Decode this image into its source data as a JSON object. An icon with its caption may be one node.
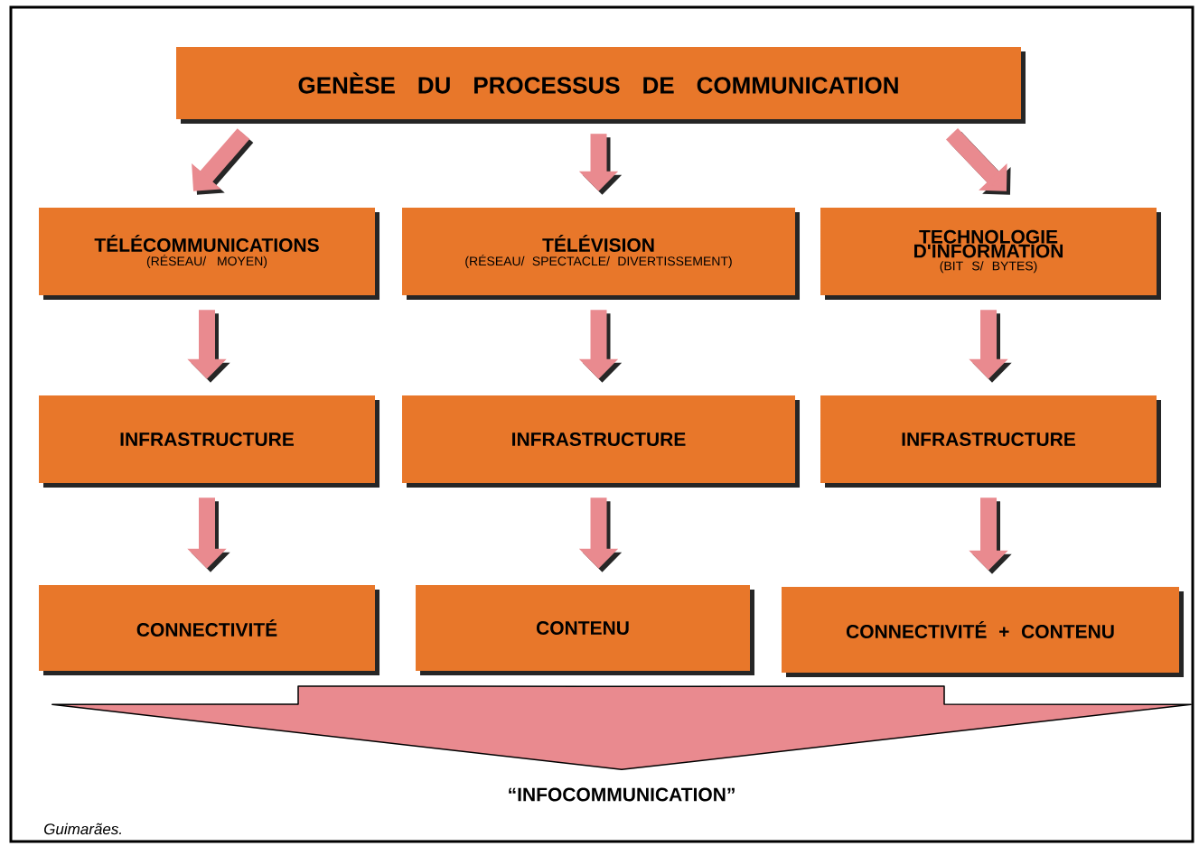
{
  "diagram": {
    "nodes": [
      {
        "text": [
          "GENÈSE DU PROCESSUS DE COMMUNICATION"
        ]
      },
      {
        "text": [
          "TÉLÉCOMMUNICATIONS",
          "(RÉSEAU/ MOYEN)"
        ]
      },
      {
        "text": [
          "TÉLÉVISION",
          "(RÉSEAU/ SPECTACLE/ DIVERTISSEMENT)"
        ]
      },
      {
        "text": [
          "TECHNOLOGIE D'INFORMATION",
          "(BIT S/ BYTES)"
        ]
      },
      {
        "text": [
          "INFRASTRUCTURE"
        ]
      },
      {
        "text": [
          "INFRASTRUCTURE"
        ]
      },
      {
        "text": [
          "INFRASTRUCTURE"
        ]
      },
      {
        "text": [
          "CONNECTIVITÉ"
        ]
      },
      {
        "text": [
          "CONTENU"
        ]
      },
      {
        "text": [
          "CONNECTIVITÉ + CONTENU"
        ]
      },
      {
        "text": [
          "“INFOCOMMUNICATION”"
        ]
      }
    ],
    "edges": [
      {
        "from": 0,
        "to": 1,
        "arrow": "to"
      },
      {
        "from": 0,
        "to": 2,
        "arrow": "to"
      },
      {
        "from": 0,
        "to": 3,
        "arrow": "to"
      },
      {
        "from": 1,
        "to": 4,
        "arrow": "to"
      },
      {
        "from": 2,
        "to": 5,
        "arrow": "to"
      },
      {
        "from": 3,
        "to": 6,
        "arrow": "to"
      },
      {
        "from": 4,
        "to": 7,
        "arrow": "to"
      },
      {
        "from": 5,
        "to": 8,
        "arrow": "to"
      },
      {
        "from": 6,
        "to": 9,
        "arrow": "to"
      },
      {
        "from": 7,
        "to": 10,
        "arrow": "to"
      },
      {
        "from": 8,
        "to": 10,
        "arrow": "to"
      },
      {
        "from": 9,
        "to": 10,
        "arrow": "to"
      }
    ],
    "labels": [
      "Guimarães."
    ]
  }
}
